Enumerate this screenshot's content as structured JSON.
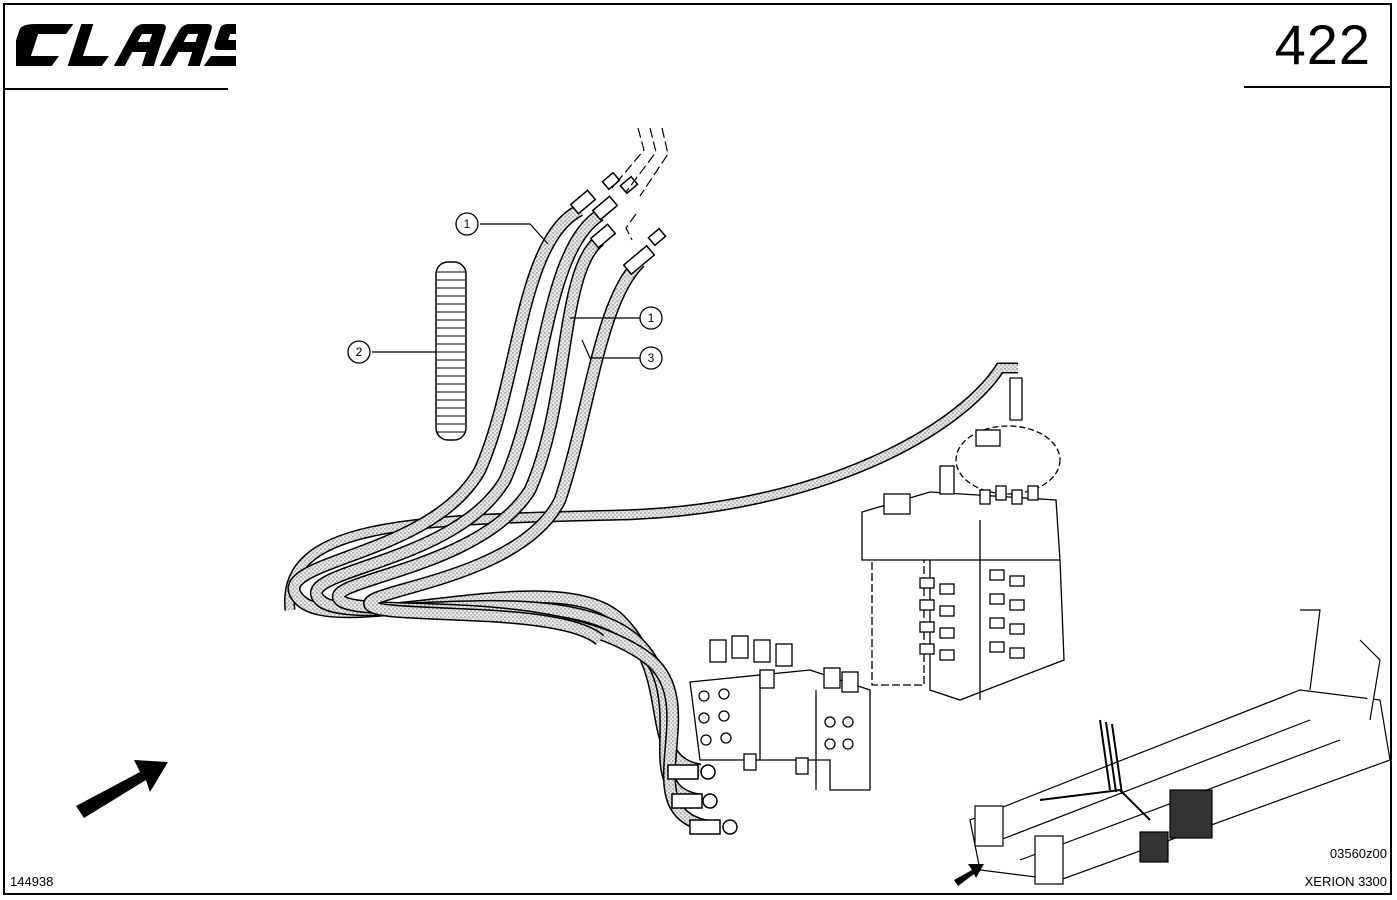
{
  "header": {
    "brand_logo_text": "CLAAS",
    "page_number": "422"
  },
  "callouts": [
    {
      "label": "1"
    },
    {
      "label": "1"
    },
    {
      "label": "2"
    },
    {
      "label": "3"
    }
  ],
  "footer": {
    "figure_number": "144938",
    "drawing_code": "03560z00",
    "model_name": "XERION 3300"
  },
  "colors": {
    "line": "#000000",
    "hose_fill": "#d9d9d9",
    "background": "#ffffff"
  }
}
